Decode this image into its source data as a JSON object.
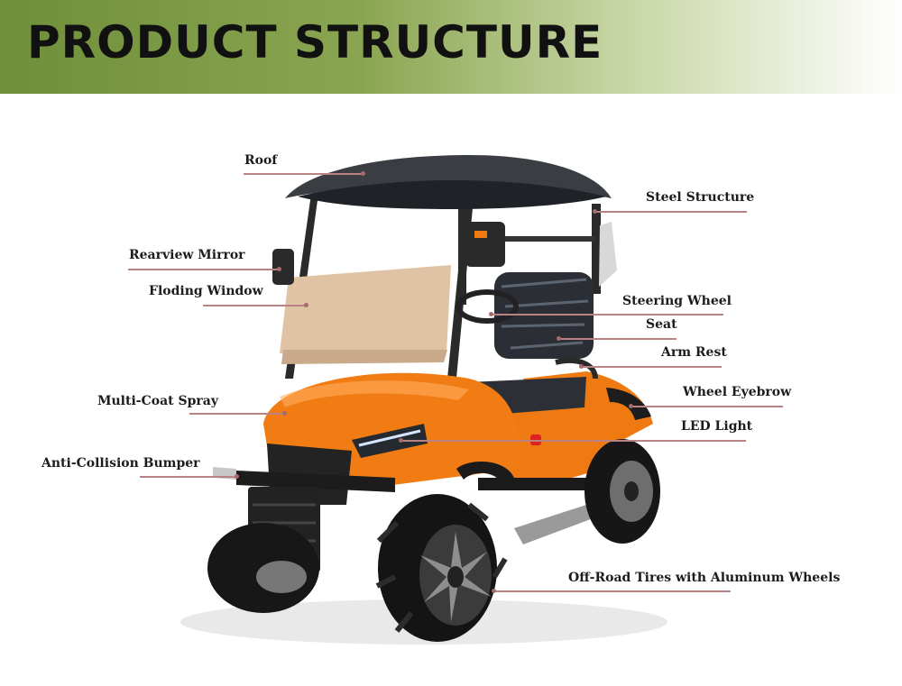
{
  "header": {
    "title": "PRODUCT STRUCTURE"
  },
  "labels": {
    "roof": "Roof",
    "steel_structure": "Steel Structure",
    "rearview_mirror": "Rearview Mirror",
    "floding_window": "Floding Window",
    "steering_wheel": "Steering Wheel",
    "seat": "Seat",
    "arm_rest": "Arm Rest",
    "multi_coat_spray": "Multi-Coat Spray",
    "wheel_eyebrow": "Wheel Eyebrow",
    "led_light": "LED Light",
    "anti_collision_bumper": "Anti-Collision Bumper",
    "off_road_tires": "Off-Road Tires with Aluminum Wheels"
  },
  "colors": {
    "banner_green": "#6f8f3a",
    "body_orange": "#f07a12",
    "leader_line": "#b98283"
  }
}
